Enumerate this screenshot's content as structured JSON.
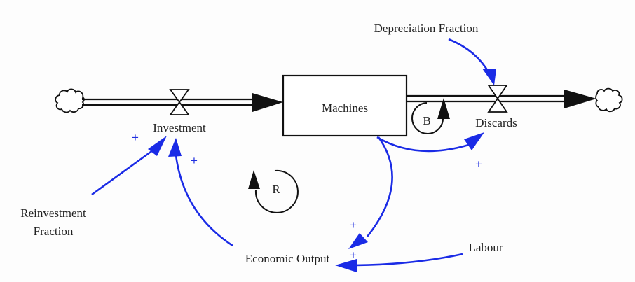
{
  "diagram": {
    "type": "stock-and-flow",
    "stock": {
      "label": "Machines"
    },
    "flows": [
      {
        "label": "Investment",
        "direction": "inflow"
      },
      {
        "label": "Discards",
        "direction": "outflow"
      }
    ],
    "variables": {
      "depreciation_fraction": "Depreciation Fraction",
      "reinvestment_fraction_line1": "Reinvestment",
      "reinvestment_fraction_line2": "Fraction",
      "economic_output": "Economic Output",
      "labour": "Labour"
    },
    "loops": {
      "balancing": "B",
      "reinforcing": "R"
    },
    "polarity": {
      "reinvestment_to_investment": "+",
      "output_to_investment": "+",
      "machines_to_discards": "+",
      "machines_to_output": "+",
      "labour_to_output": "+"
    },
    "colors": {
      "link": "#1a2be6",
      "pipe": "#111111",
      "background": "#fdfdfd"
    }
  }
}
